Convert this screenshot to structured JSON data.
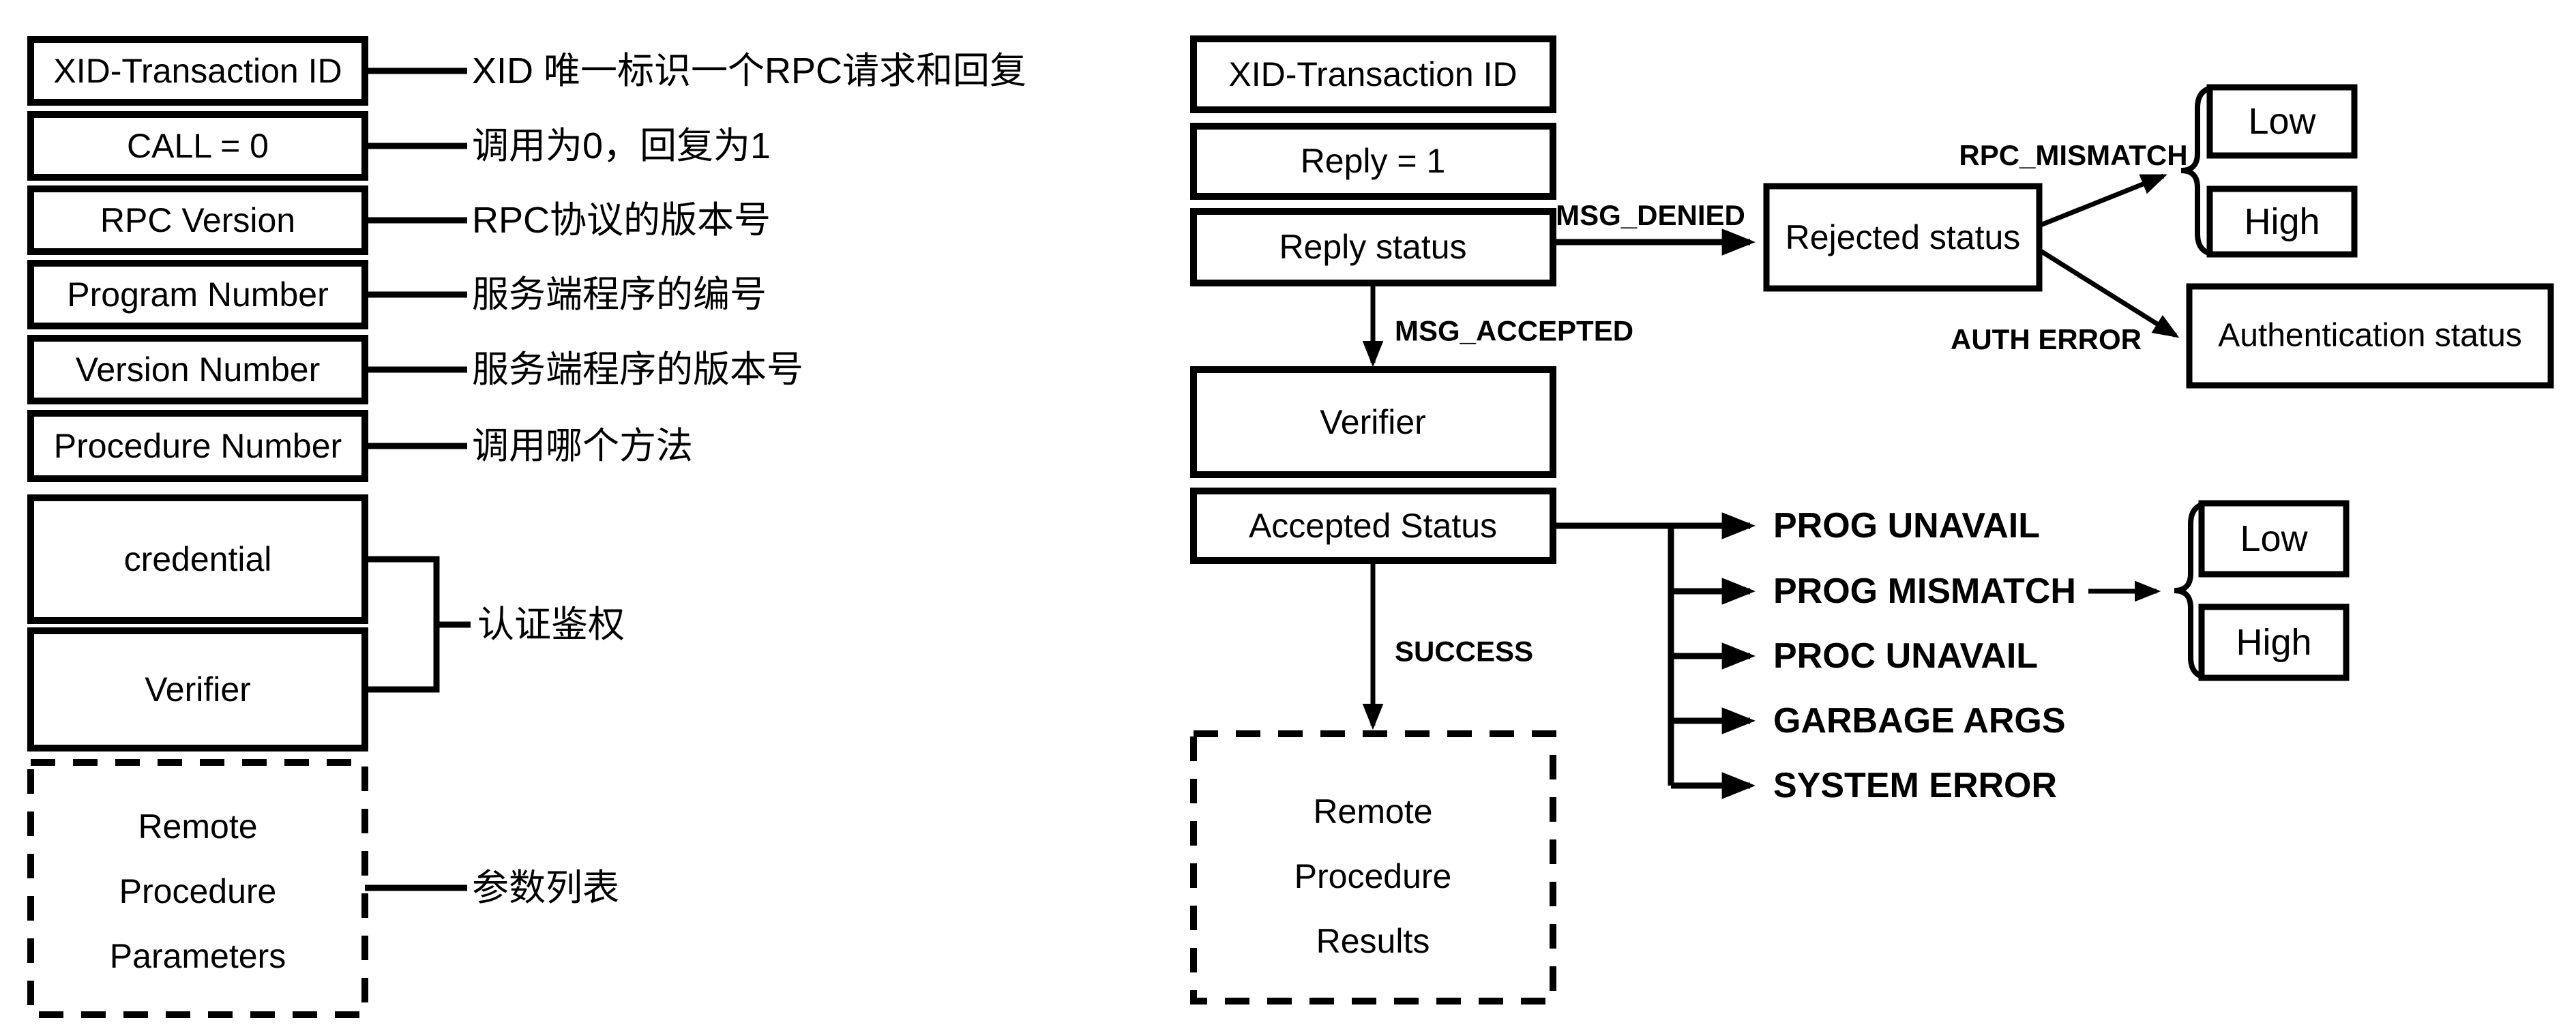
{
  "colors": {
    "ink": "#000000",
    "background": "#ffffff"
  },
  "left_panel": {
    "title_semantic": "RPC call message format",
    "boxes": [
      {
        "label": "XID-Transaction ID",
        "annotation": "XID 唯一标识一个RPC请求和回复"
      },
      {
        "label": "CALL = 0",
        "annotation": "调用为0，回复为1"
      },
      {
        "label": "RPC Version",
        "annotation": "RPC协议的版本号"
      },
      {
        "label": "Program Number",
        "annotation": "服务端程序的编号"
      },
      {
        "label": "Version Number",
        "annotation": "服务端程序的版本号"
      },
      {
        "label": "Procedure Number",
        "annotation": "调用哪个方法"
      }
    ],
    "credential_label": "credential",
    "verifier_label": "Verifier",
    "auth_annotation": "认证鉴权",
    "params_box": {
      "lines": [
        "Remote",
        "Procedure",
        "Parameters"
      ],
      "annotation": "参数列表"
    }
  },
  "right_panel": {
    "title_semantic": "RPC reply message format",
    "xid_label": "XID-Transaction ID",
    "reply_label": "Reply = 1",
    "reply_status_label": "Reply status",
    "verifier_label": "Verifier",
    "accepted_status_label": "Accepted Status",
    "results_box": {
      "lines": [
        "Remote",
        "Procedure",
        "Results"
      ]
    },
    "edges": {
      "msg_denied": "MSG_DENIED",
      "msg_accepted": "MSG_ACCEPTED",
      "success": "SUCCESS",
      "rpc_mismatch": "RPC_MISMATCH",
      "auth_error": "AUTH ERROR",
      "prog_mismatch_range": ""
    },
    "rejected_status_label": "Rejected status",
    "authentication_status_label": "Authentication status",
    "rejected_range": {
      "low": "Low",
      "high": "High"
    },
    "accepted_errors": [
      "PROG UNAVAIL",
      "PROG MISMATCH",
      "PROC UNAVAIL",
      "GARBAGE ARGS",
      "SYSTEM ERROR"
    ],
    "mismatch_range": {
      "low": "Low",
      "high": "High"
    }
  }
}
